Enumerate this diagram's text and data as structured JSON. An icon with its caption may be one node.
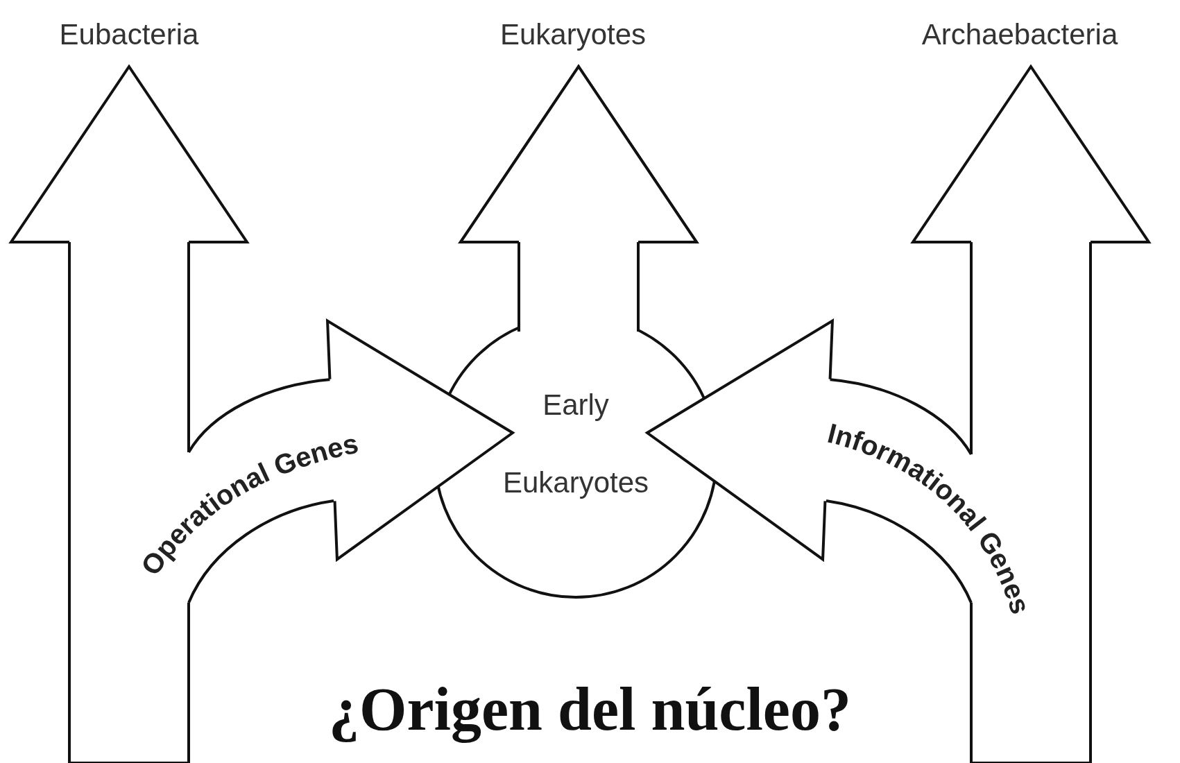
{
  "diagram": {
    "caption": "¿Origen del núcleo?",
    "nodes": [
      {
        "text": [
          "Eubacteria"
        ]
      },
      {
        "text": [
          "Eukaryotes"
        ]
      },
      {
        "text": [
          "Archaebacteria"
        ]
      },
      {
        "text": [
          "Early Eukaryotes"
        ]
      }
    ],
    "edges": [
      {
        "from": null,
        "to": 0,
        "arrow": "to"
      },
      {
        "from": 3,
        "to": 1,
        "arrow": "to"
      },
      {
        "from": null,
        "to": 2,
        "arrow": "to"
      },
      {
        "from": null,
        "to": 3,
        "arrow": "to",
        "label": "Operational Genes"
      },
      {
        "from": null,
        "to": 3,
        "arrow": "to",
        "label": "Informational Genes"
      }
    ]
  }
}
